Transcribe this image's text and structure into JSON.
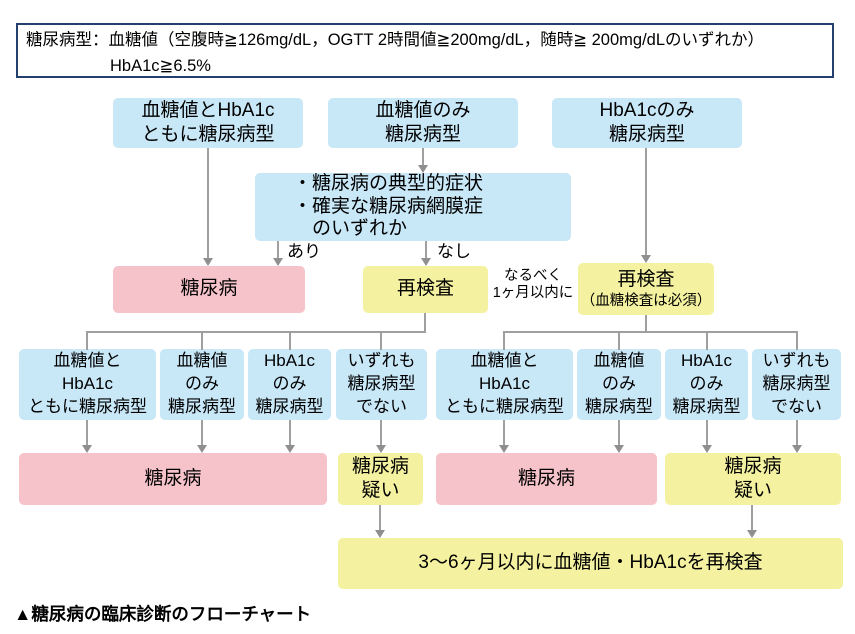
{
  "definition": {
    "line1": "糖尿病型：血糖値（空腹時≧126mg/dL，OGTT 2時間値≧200mg/dL，随時≧ 200mg/dLのいずれか）",
    "line2": "HbA1c≧6.5%"
  },
  "top_nodes": {
    "both": "血糖値とHbA1c\nともに糖尿病型",
    "glucose_only": "血糖値のみ\n糖尿病型",
    "hba1c_only": "HbA1cのみ\n糖尿病型"
  },
  "criteria_node": "・糖尿病の典型的症状\n・確実な糖尿病網膜症\n　のいずれか",
  "branch_labels": {
    "yes": "あり",
    "no": "なし",
    "note": "なるべく\n1ヶ月以内に"
  },
  "mid_nodes": {
    "diabetes": "糖尿病",
    "recheck": "再検査",
    "recheck_glucose_line1": "再検査",
    "recheck_glucose_line2": "（血糖検査は必須）"
  },
  "result_groups": {
    "left": [
      "血糖値と\nHbA1c\nともに糖尿病型",
      "血糖値\nのみ\n糖尿病型",
      "HbA1c\nのみ\n糖尿病型",
      "いずれも\n糖尿病型\nでない"
    ],
    "right": [
      "血糖値と\nHbA1c\nともに糖尿病型",
      "血糖値\nのみ\n糖尿病型",
      "HbA1c\nのみ\n糖尿病型",
      "いずれも\n糖尿病型\nでない"
    ]
  },
  "outcome_nodes": {
    "diabetes_left": "糖尿病",
    "suspect_left": "糖尿病\n疑い",
    "diabetes_right": "糖尿病",
    "suspect_right": "糖尿病\n疑い"
  },
  "final_node": "3〜6ヶ月以内に血糖値・HbA1cを再検査",
  "caption": "▲糖尿病の臨床診断のフローチャート",
  "colors": {
    "type_box": "#c8e7f7",
    "diabetes_box": "#f5c3c9",
    "action_box": "#f4f2a0",
    "connector": "#9f9f9f",
    "definition_border": "#24406e"
  }
}
